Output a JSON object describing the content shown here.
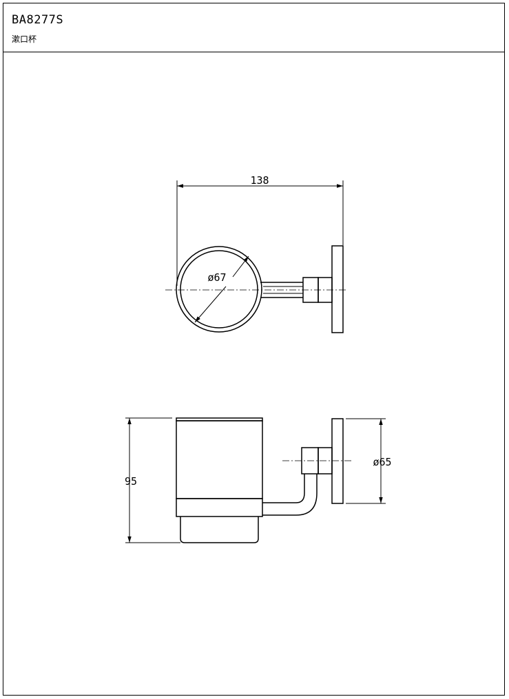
{
  "header": {
    "model_code": "BA8277S",
    "product_name": "漱口杯"
  },
  "dimensions": {
    "width": "138",
    "cup_diameter": "ø67",
    "height": "95",
    "base_diameter": "ø65"
  }
}
